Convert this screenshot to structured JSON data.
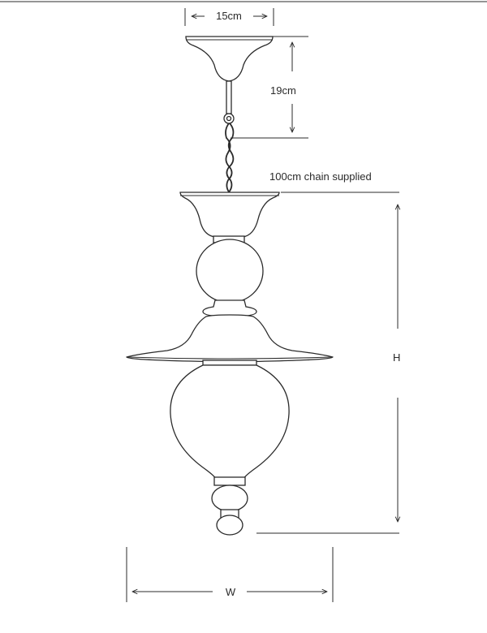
{
  "dimensions": {
    "ceiling_width": "15cm",
    "canopy_height": "19cm",
    "chain_note": "100cm chain supplied",
    "height_label": "H",
    "width_label": "W"
  }
}
